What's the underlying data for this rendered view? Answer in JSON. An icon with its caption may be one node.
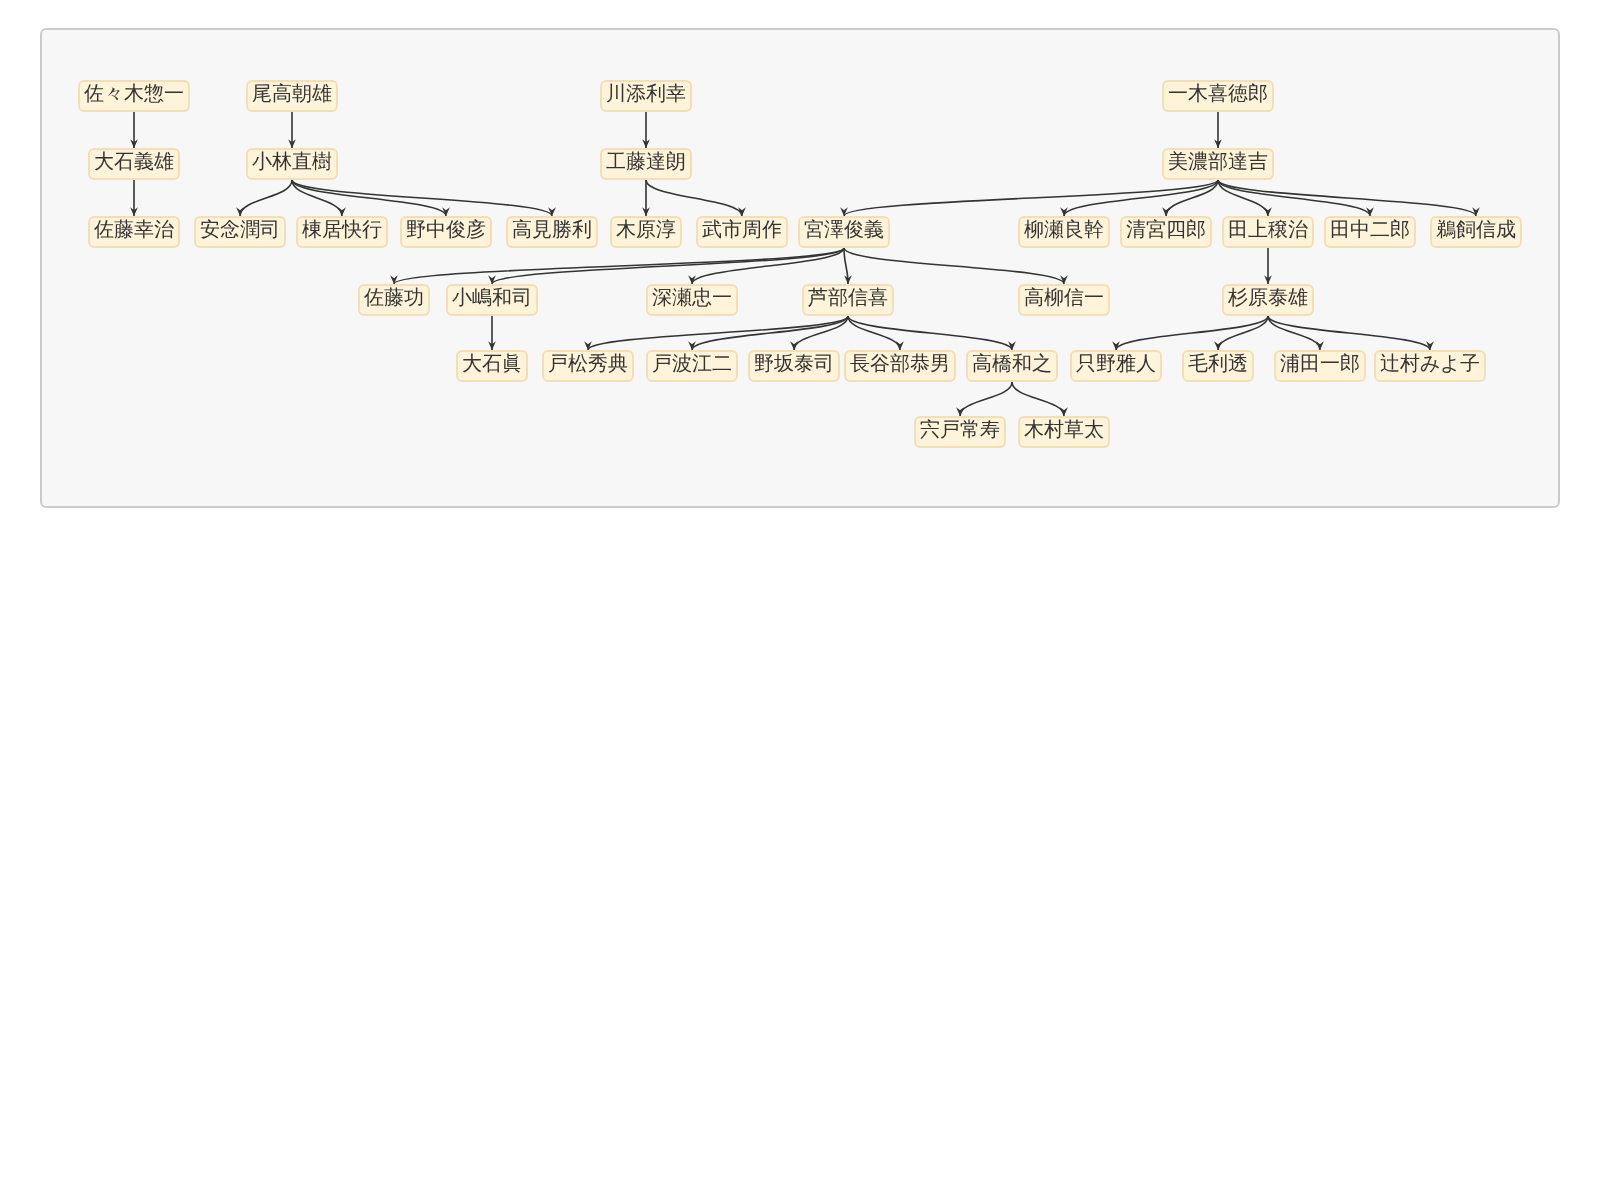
{
  "diagram": {
    "nodes": [
      {
        "text": [
          "佐々木惣一"
        ]
      },
      {
        "text": [
          "尾高朝雄"
        ]
      },
      {
        "text": [
          "川添利幸"
        ]
      },
      {
        "text": [
          "一木喜徳郎"
        ]
      },
      {
        "text": [
          "大石義雄"
        ]
      },
      {
        "text": [
          "小林直樹"
        ]
      },
      {
        "text": [
          "工藤達朗"
        ]
      },
      {
        "text": [
          "美濃部達吉"
        ]
      },
      {
        "text": [
          "佐藤幸治"
        ]
      },
      {
        "text": [
          "安念潤司"
        ]
      },
      {
        "text": [
          "棟居快行"
        ]
      },
      {
        "text": [
          "野中俊彦"
        ]
      },
      {
        "text": [
          "高見勝利"
        ]
      },
      {
        "text": [
          "木原淳"
        ]
      },
      {
        "text": [
          "武市周作"
        ]
      },
      {
        "text": [
          "宮澤俊義"
        ]
      },
      {
        "text": [
          "柳瀬良幹"
        ]
      },
      {
        "text": [
          "清宮四郎"
        ]
      },
      {
        "text": [
          "田上穣治"
        ]
      },
      {
        "text": [
          "田中二郎"
        ]
      },
      {
        "text": [
          "鵜飼信成"
        ]
      },
      {
        "text": [
          "佐藤功"
        ]
      },
      {
        "text": [
          "小嶋和司"
        ]
      },
      {
        "text": [
          "深瀬忠一"
        ]
      },
      {
        "text": [
          "芦部信喜"
        ]
      },
      {
        "text": [
          "高柳信一"
        ]
      },
      {
        "text": [
          "杉原泰雄"
        ]
      },
      {
        "text": [
          "大石眞"
        ]
      },
      {
        "text": [
          "戸松秀典"
        ]
      },
      {
        "text": [
          "戸波江二"
        ]
      },
      {
        "text": [
          "野坂泰司"
        ]
      },
      {
        "text": [
          "長谷部恭男"
        ]
      },
      {
        "text": [
          "高橋和之"
        ]
      },
      {
        "text": [
          "只野雅人"
        ]
      },
      {
        "text": [
          "毛利透"
        ]
      },
      {
        "text": [
          "浦田一郎"
        ]
      },
      {
        "text": [
          "辻村みよ子"
        ]
      },
      {
        "text": [
          "宍戸常寿"
        ]
      },
      {
        "text": [
          "木村草太"
        ]
      }
    ],
    "edges": [
      {
        "from": 0,
        "to": 4,
        "arrow": "to"
      },
      {
        "from": 4,
        "to": 8,
        "arrow": "to"
      },
      {
        "from": 1,
        "to": 5,
        "arrow": "to"
      },
      {
        "from": 5,
        "to": 9,
        "arrow": "to"
      },
      {
        "from": 5,
        "to": 10,
        "arrow": "to"
      },
      {
        "from": 5,
        "to": 11,
        "arrow": "to"
      },
      {
        "from": 5,
        "to": 12,
        "arrow": "to"
      },
      {
        "from": 2,
        "to": 6,
        "arrow": "to"
      },
      {
        "from": 6,
        "to": 13,
        "arrow": "to"
      },
      {
        "from": 6,
        "to": 14,
        "arrow": "to"
      },
      {
        "from": 3,
        "to": 7,
        "arrow": "to"
      },
      {
        "from": 7,
        "to": 15,
        "arrow": "to"
      },
      {
        "from": 7,
        "to": 16,
        "arrow": "to"
      },
      {
        "from": 7,
        "to": 17,
        "arrow": "to"
      },
      {
        "from": 7,
        "to": 18,
        "arrow": "to"
      },
      {
        "from": 7,
        "to": 19,
        "arrow": "to"
      },
      {
        "from": 7,
        "to": 20,
        "arrow": "to"
      },
      {
        "from": 15,
        "to": 21,
        "arrow": "to"
      },
      {
        "from": 15,
        "to": 22,
        "arrow": "to"
      },
      {
        "from": 15,
        "to": 23,
        "arrow": "to"
      },
      {
        "from": 15,
        "to": 24,
        "arrow": "to"
      },
      {
        "from": 15,
        "to": 25,
        "arrow": "to"
      },
      {
        "from": 18,
        "to": 26,
        "arrow": "to"
      },
      {
        "from": 22,
        "to": 27,
        "arrow": "to"
      },
      {
        "from": 24,
        "to": 28,
        "arrow": "to"
      },
      {
        "from": 24,
        "to": 29,
        "arrow": "to"
      },
      {
        "from": 24,
        "to": 30,
        "arrow": "to"
      },
      {
        "from": 24,
        "to": 31,
        "arrow": "to"
      },
      {
        "from": 24,
        "to": 32,
        "arrow": "to"
      },
      {
        "from": 26,
        "to": 33,
        "arrow": "to"
      },
      {
        "from": 26,
        "to": 34,
        "arrow": "to"
      },
      {
        "from": 26,
        "to": 35,
        "arrow": "to"
      },
      {
        "from": 26,
        "to": 36,
        "arrow": "to"
      },
      {
        "from": 32,
        "to": 37,
        "arrow": "to"
      },
      {
        "from": 32,
        "to": 38,
        "arrow": "to"
      }
    ]
  }
}
